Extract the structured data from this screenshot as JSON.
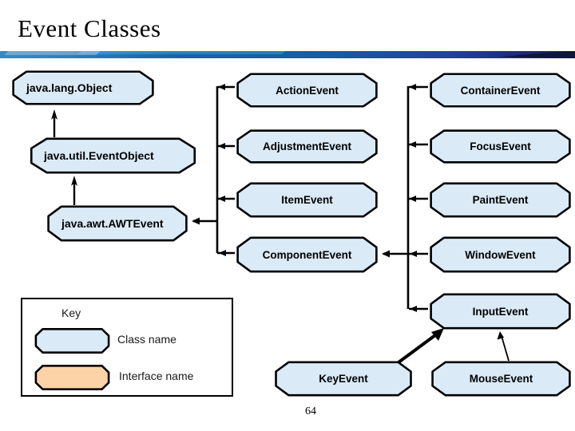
{
  "slide": {
    "title": "Event Classes",
    "page_number": "64"
  },
  "colors": {
    "class_fill": "#daeaf7",
    "interface_fill": "#fcd3a6",
    "line": "#000000",
    "bar_left_blue": "#2f8cc9",
    "bar_mid_blue": "#1565ae",
    "bar_right_navy": "#141a5e"
  },
  "diagram": {
    "nodes": {
      "java_lang_object": "java.lang.Object",
      "java_util_eventobject": "java.util.EventObject",
      "java_awt_awtevent": "java.awt.AWTEvent",
      "action_event": "ActionEvent",
      "adjustment_event": "AdjustmentEvent",
      "item_event": "ItemEvent",
      "component_event": "ComponentEvent",
      "container_event": "ContainerEvent",
      "focus_event": "FocusEvent",
      "paint_event": "PaintEvent",
      "window_event": "WindowEvent",
      "input_event": "InputEvent",
      "key_event": "KeyEvent",
      "mouse_event": "MouseEvent"
    },
    "edges": [
      {
        "from": "java.util.EventObject",
        "to": "java.lang.Object"
      },
      {
        "from": "java.awt.AWTEvent",
        "to": "java.util.EventObject"
      },
      {
        "from": "ActionEvent",
        "to": "java.awt.AWTEvent"
      },
      {
        "from": "AdjustmentEvent",
        "to": "java.awt.AWTEvent"
      },
      {
        "from": "ItemEvent",
        "to": "java.awt.AWTEvent"
      },
      {
        "from": "ComponentEvent",
        "to": "java.awt.AWTEvent"
      },
      {
        "from": "ContainerEvent",
        "to": "ComponentEvent"
      },
      {
        "from": "FocusEvent",
        "to": "ComponentEvent"
      },
      {
        "from": "PaintEvent",
        "to": "ComponentEvent"
      },
      {
        "from": "WindowEvent",
        "to": "ComponentEvent"
      },
      {
        "from": "InputEvent",
        "to": "ComponentEvent"
      },
      {
        "from": "KeyEvent",
        "to": "InputEvent"
      },
      {
        "from": "MouseEvent",
        "to": "InputEvent"
      }
    ],
    "legend": {
      "title": "Key",
      "class_label": "Class name",
      "interface_label": "Interface name"
    }
  }
}
